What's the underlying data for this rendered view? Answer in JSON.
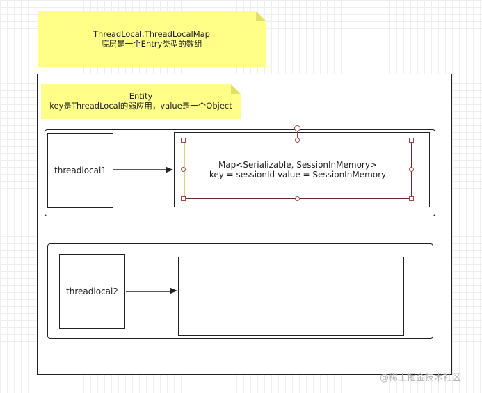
{
  "notes": {
    "top": {
      "line1": "ThreadLocal.ThreadLocalMap",
      "line2": "底层是一个Entry类型的数组"
    },
    "entity": {
      "line1": "Entity",
      "line2": "key是ThreadLocal的弱应用，value是一个Object"
    }
  },
  "entry1": {
    "key_label": "threadlocal1",
    "value_line1": "Map<Serializable, SessionInMemory>",
    "value_line2": "key = sessionId  value = SessionInMemory"
  },
  "entry2": {
    "key_label": "threadlocal2"
  },
  "watermark": "@稀土掘金技术社区",
  "colors": {
    "note_fill": "#ffff88",
    "stroke": "#222222",
    "selection_handle": "#9e4a4a"
  }
}
